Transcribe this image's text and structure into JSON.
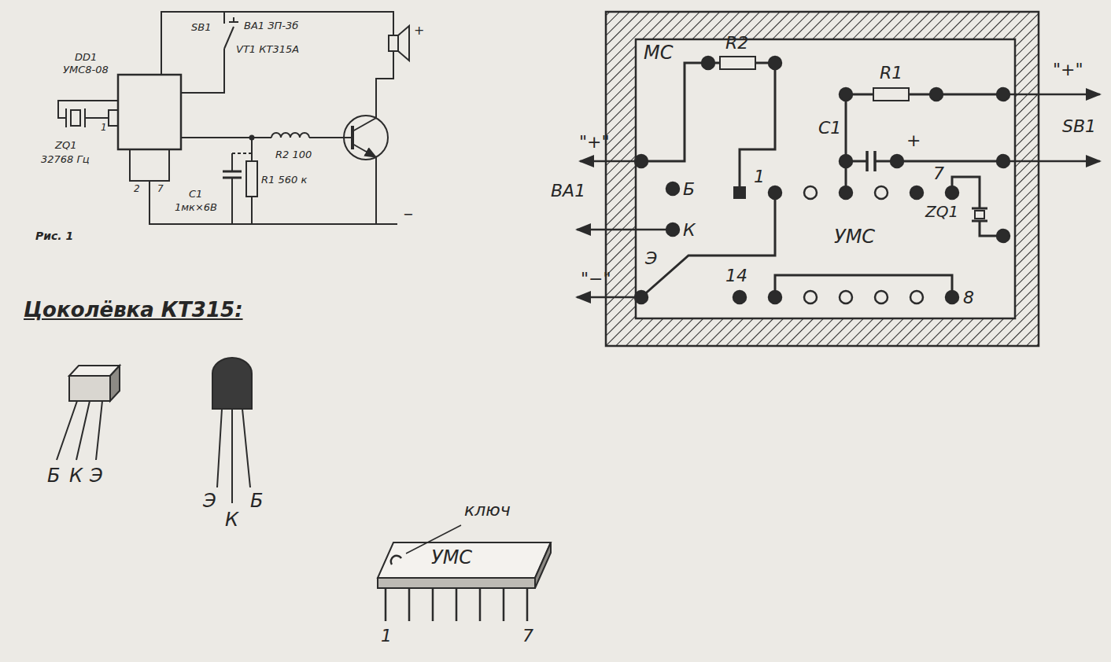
{
  "diagram": {
    "caption": "Рис. 1",
    "labels": [
      "DD1",
      "УМС8-08",
      "SB1",
      "BA1 ЗП-3б",
      "VT1 КТ315А",
      "+",
      "1",
      "ZQ1",
      "32768 Гц",
      "2",
      "7",
      "R2 100",
      "R1 560 к",
      "C1",
      "1мк×6В",
      "−",
      "Цоколёвка КТ315:",
      "Б",
      "К",
      "Э",
      "Э",
      "К",
      "Б",
      "ключ",
      "УМС",
      "1",
      "7",
      "МС",
      "R2",
      "R1",
      "\"+\"",
      "\"+\"",
      "SB1",
      "C1",
      "+",
      "BA1",
      "Б",
      "1",
      "7",
      "УМС",
      "ZQ1",
      "К",
      "\"−\"",
      "Э",
      "14",
      "8"
    ]
  }
}
